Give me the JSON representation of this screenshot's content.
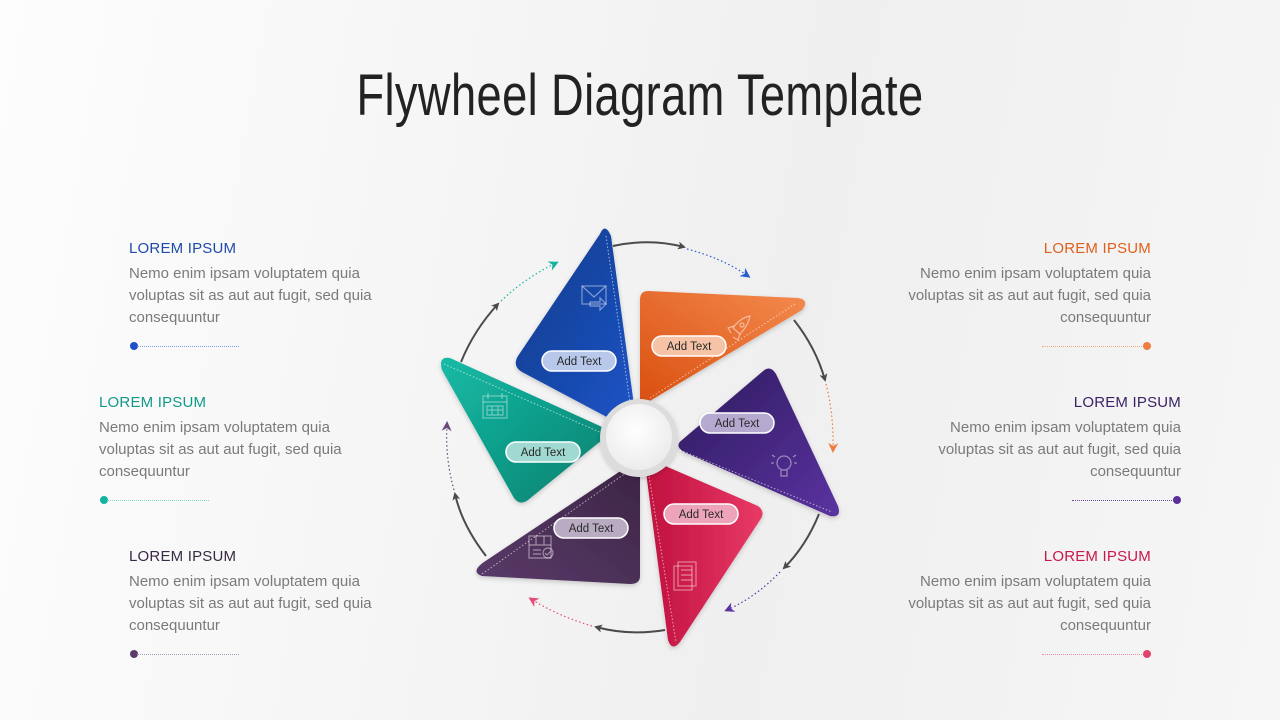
{
  "title": "Flywheel Diagram Template",
  "blocks": [
    {
      "id": "left-1",
      "side": "left",
      "heading": "LOREM IPSUM",
      "color": "#1e4aa8",
      "dot": "#1f4fc6",
      "body": "Nemo enim ipsam voluptatem quia voluptas sit as aut aut fugit, sed quia consequuntur"
    },
    {
      "id": "left-2",
      "side": "left",
      "heading": "LOREM IPSUM",
      "color": "#0f9a8a",
      "dot": "#12b3a0",
      "body": "Nemo enim ipsam voluptatem quia voluptas sit as aut aut fugit, sed quia consequuntur"
    },
    {
      "id": "left-3",
      "side": "left",
      "heading": "LOREM IPSUM",
      "color": "#3a2a44",
      "dot": "#5a3a6a",
      "body": "Nemo enim ipsam voluptatem quia voluptas sit as aut aut fugit, sed quia consequuntur"
    },
    {
      "id": "right-1",
      "side": "right",
      "heading": "LOREM IPSUM",
      "color": "#e0601e",
      "dot": "#ef7d42",
      "body": "Nemo enim ipsam voluptatem quia voluptas sit as aut aut fugit, sed quia consequuntur"
    },
    {
      "id": "right-2",
      "side": "right",
      "heading": "LOREM IPSUM",
      "color": "#3b2266",
      "dot": "#5a2f9a",
      "body": "Nemo enim ipsam voluptatem quia voluptas sit as aut aut fugit, sed quia consequuntur"
    },
    {
      "id": "right-3",
      "side": "right",
      "heading": "LOREM IPSUM",
      "color": "#c8184a",
      "dot": "#e0436c",
      "body": "Nemo enim ipsam voluptatem quia voluptas sit as aut aut fugit, sed quia consequuntur"
    }
  ],
  "wheel": {
    "blades": [
      {
        "name": "blue",
        "label": "Add Text",
        "icon": "mail-forward-icon",
        "colors": [
          "#0f3a8a",
          "#1e55c8"
        ]
      },
      {
        "name": "orange",
        "label": "Add Text",
        "icon": "rocket-icon",
        "colors": [
          "#d94f10",
          "#f07a3a"
        ]
      },
      {
        "name": "purple",
        "label": "Add Text",
        "icon": "lightbulb-icon",
        "colors": [
          "#2e1c5e",
          "#5a32a0"
        ]
      },
      {
        "name": "crimson",
        "label": "Add Text",
        "icon": "clipboard-icon",
        "colors": [
          "#c0103e",
          "#e83a66"
        ]
      },
      {
        "name": "plum",
        "label": "Add Text",
        "icon": "package-check-icon",
        "colors": [
          "#5a3a6a",
          "#3c2544"
        ]
      },
      {
        "name": "teal",
        "label": "Add Text",
        "icon": "calendar-icon",
        "colors": [
          "#14b3a0",
          "#08806e"
        ]
      }
    ],
    "arrow_colors": {
      "solid": "#4a4a4a",
      "blue": "#2a5bd0",
      "orange": "#ef7d42",
      "purple": "#5a32a0",
      "pink": "#e24d78",
      "plum": "#6a4a7a",
      "teal": "#14b3a0"
    }
  }
}
